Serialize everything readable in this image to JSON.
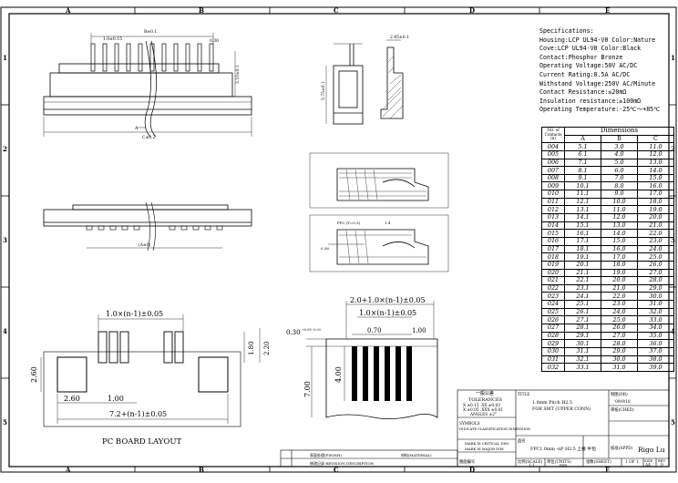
{
  "grid": {
    "columns": [
      "A",
      "B",
      "C",
      "D",
      "E"
    ],
    "rows": [
      "1",
      "2",
      "3",
      "4",
      "5"
    ]
  },
  "specifications": {
    "title": "Specifications:",
    "lines": [
      "Housing:LCP UL94-V0 Color:Nature",
      "Cove:LCP UL94-V0 Color:Black",
      "Contact:Phosphor Bronze",
      "Operating Voltage:50V AC/DC",
      "Current Rating:0.5A AC/DC",
      "Withstand Voltage:250V AC/Minute",
      "Contact Resistance:≤20mΩ",
      "Insulation resistance:≥100mΩ",
      "Operating Temperature:-25℃～+85℃"
    ]
  },
  "dimensions_table": {
    "header_no": "NO. of Contacts",
    "header_n": "(n)",
    "header_dims": "Dimensions",
    "col_a": "A",
    "col_b": "B",
    "col_c": "C",
    "rows": [
      [
        "004",
        "5.1",
        "3.0",
        "11.0"
      ],
      [
        "005",
        "6.1",
        "4.0",
        "12.0"
      ],
      [
        "006",
        "7.1",
        "5.0",
        "13.0"
      ],
      [
        "007",
        "8.1",
        "6.0",
        "14.0"
      ],
      [
        "008",
        "9.1",
        "7.0",
        "15.0"
      ],
      [
        "009",
        "10.1",
        "8.0",
        "16.0"
      ],
      [
        "010",
        "11.1",
        "9.0",
        "17.0"
      ],
      [
        "011",
        "12.1",
        "10.0",
        "18.0"
      ],
      [
        "012",
        "13.1",
        "11.0",
        "19.0"
      ],
      [
        "013",
        "14.1",
        "12.0",
        "20.0"
      ],
      [
        "014",
        "15.1",
        "13.0",
        "21.0"
      ],
      [
        "015",
        "16.1",
        "14.0",
        "22.0"
      ],
      [
        "016",
        "17.1",
        "15.0",
        "23.0"
      ],
      [
        "017",
        "18.1",
        "16.0",
        "24.0"
      ],
      [
        "018",
        "19.1",
        "17.0",
        "25.0"
      ],
      [
        "019",
        "20.1",
        "18.0",
        "26.0"
      ],
      [
        "020",
        "21.1",
        "19.0",
        "27.0"
      ],
      [
        "021",
        "22.1",
        "20.0",
        "28.0"
      ],
      [
        "022",
        "23.1",
        "21.0",
        "29.0"
      ],
      [
        "023",
        "24.1",
        "22.0",
        "30.0"
      ],
      [
        "024",
        "25.1",
        "23.0",
        "31.0"
      ],
      [
        "025",
        "26.1",
        "24.0",
        "32.0"
      ],
      [
        "026",
        "27.1",
        "25.0",
        "33.0"
      ],
      [
        "027",
        "28.1",
        "26.0",
        "34.0"
      ],
      [
        "028",
        "29.1",
        "27.0",
        "35.0"
      ],
      [
        "029",
        "30.1",
        "28.0",
        "36.0"
      ],
      [
        "030",
        "31.1",
        "29.0",
        "37.0"
      ],
      [
        "031",
        "32.1",
        "30.0",
        "38.0"
      ],
      [
        "032",
        "33.1",
        "31.0",
        "39.0"
      ]
    ]
  },
  "top_view": {
    "dim_pitch": "1.0±0.15",
    "dim_b": "B±0.1",
    "dim_030": "0.30",
    "dim_height": "3.10±0.1",
    "dim_c": "C±0.2",
    "label_a": "A"
  },
  "side_view": {
    "dim_top": "2.45±0.1",
    "dim_height": "5.75±0.1"
  },
  "front_view": {
    "label_a": "(A±0)"
  },
  "section_view": {
    "dim_fpc": "FPC.(T=0.3)",
    "dim_14": "1.4",
    "dim_036": "0.36"
  },
  "pcb_layout": {
    "title": "PC BOARD LAYOUT",
    "dim_top": "1.0×(n-1)±0.05",
    "dim_180": "1.80",
    "dim_220": "2.20",
    "dim_260_v": "2.60",
    "dim_260_h": "2.60",
    "dim_100": "1.00",
    "dim_bottom": "7.2+(n-1)±0.05"
  },
  "fpc_layout": {
    "dim_top": "2.0+1.0×(n-1)±0.05",
    "dim_second": "1.0×(n-1)±0.05",
    "dim_070": "0.70",
    "dim_100": "1.00",
    "dim_030": "0.30",
    "dim_030_tol": "+0.05 -0.03",
    "dim_700": "7.00",
    "dim_400": "4.00"
  },
  "title_block": {
    "general_tol": "一般公差",
    "tolerances": "TOLERANCES",
    "tol_line1": "X ±0.15   .XX ±0.03",
    "tol_line2": "X ±0.05   .XXX ±0.01",
    "tol_angles": "ANGLES   ±2°",
    "symbols_label": "SYMBOLS",
    "symbols_desc": "INDICATE CLASSIFICATION DIMENSION",
    "mark_critical": "MARK IS CRITICAL DIM",
    "mark_major": "MARK IS MAJOR DIM",
    "title_label": "TITLE",
    "title_line1": "1.0mm Pitch H2.5",
    "title_line2": "FOR SMT (UPPER CONN)",
    "name_label": "品名",
    "name_value": "FPC1.0mm -nP H2.5 上接 半包",
    "drawn_label": "制图(DR)",
    "drawn_date": "'09/9/18",
    "checked_label": "审核(CHKD)",
    "approved_label": "核准(APPD)",
    "approved_value": "Rigo Lu",
    "scale_label": "比例(SCALE)",
    "scale_value": "1:1",
    "unit_label": "单位(UNITS)",
    "unit_value": "mm",
    "sheet_label": "张数(SHEET)",
    "sheet_value": "1 OF 1",
    "size_label": "SIZE",
    "size_value": "A4",
    "rev_label": "REV",
    "rev_value": "0",
    "dwg_label": "图面编号",
    "finish_label": "表面处理(FINISH)",
    "material_label": "材料(MATERIAL)",
    "revision_text": "修改记录 REVISION DESCRIPTION"
  }
}
